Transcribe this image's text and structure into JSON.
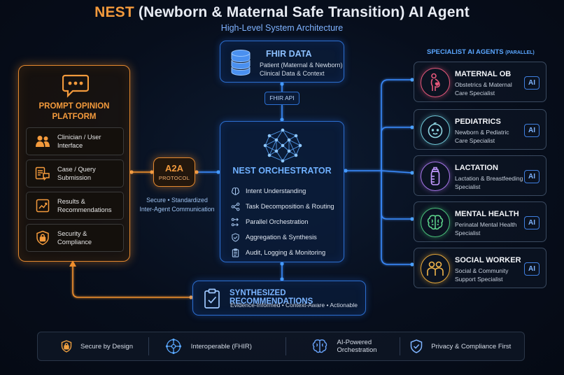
{
  "title": {
    "accent": "NEST",
    "rest": " (Newborn & Maternal Safe Transition) AI Agent"
  },
  "subtitle": "High-Level System Architecture",
  "fhir": {
    "title": "FHIR DATA",
    "line1": "Patient (Maternal & Newborn)",
    "line2": "Clinical Data & Context",
    "api_label": "FHIR API"
  },
  "orchestrator": {
    "title": "NEST ORCHESTRATOR",
    "items": [
      {
        "label": "Intent Understanding",
        "icon": "brain-icon"
      },
      {
        "label": "Task Decomposition & Routing",
        "icon": "share-icon"
      },
      {
        "label": "Parallel Orchestration",
        "icon": "parallel-icon"
      },
      {
        "label": "Aggregation & Synthesis",
        "icon": "shield-check-icon"
      },
      {
        "label": "Audit, Logging & Monitoring",
        "icon": "clipboard-icon"
      }
    ]
  },
  "platform": {
    "title_line1": "PROMPT OPINION",
    "title_line2": "PLATFORM",
    "items": [
      {
        "line1": "Clinician / User",
        "line2": "Interface",
        "icon": "users-icon"
      },
      {
        "line1": "Case / Query",
        "line2": "Submission",
        "icon": "document-chat-icon"
      },
      {
        "line1": "Results &",
        "line2": "Recommendations",
        "icon": "chart-icon"
      },
      {
        "line1": "Security &",
        "line2": "Compliance",
        "icon": "shield-lock-icon"
      }
    ]
  },
  "a2a": {
    "title": "A2A",
    "subtitle": "PROTOCOL",
    "desc_line1": "Secure • Standardized",
    "desc_line2": "Inter-Agent Communication"
  },
  "specialists": {
    "header": "SPECIALIST AI AGENTS",
    "header_small": "(PARALLEL)",
    "ai_label": "AI",
    "agents": [
      {
        "title": "MATERNAL OB",
        "line1": "Obstetrics & Maternal",
        "line2": "Care Specialist",
        "color": "#e4577a",
        "icon": "pregnant-icon"
      },
      {
        "title": "PEDIATRICS",
        "line1": "Newborn & Pediatric",
        "line2": "Care Specialist",
        "color": "#6fc7d6",
        "icon": "baby-icon"
      },
      {
        "title": "LACTATION",
        "line1": "Lactation & Breastfeeding",
        "line2": "Specialist",
        "color": "#a675e8",
        "icon": "bottle-icon"
      },
      {
        "title": "MENTAL HEALTH",
        "line1": "Perinatal Mental Health",
        "line2": "Specialist",
        "color": "#49c07a",
        "icon": "brain-icon"
      },
      {
        "title": "SOCIAL WORKER",
        "line1": "Social & Community",
        "line2": "Support Specialist",
        "color": "#e8a93a",
        "icon": "people-icon"
      }
    ]
  },
  "synthesized": {
    "title": "SYNTHESIZED RECOMMENDATIONS",
    "subtitle": "Evidence-Informed • Context-Aware • Actionable"
  },
  "footer": [
    {
      "label": "Secure by Design",
      "icon": "lock-icon"
    },
    {
      "label": "Interoperable (FHIR)",
      "icon": "network-icon"
    },
    {
      "label": "AI-Powered Orchestration",
      "icon": "brain-icon"
    },
    {
      "label": "Privacy & Compliance First",
      "icon": "shield-check-icon"
    }
  ],
  "colors": {
    "accent_orange": "#f39a3c",
    "accent_blue": "#4a9bff",
    "background": "#070e1c"
  }
}
